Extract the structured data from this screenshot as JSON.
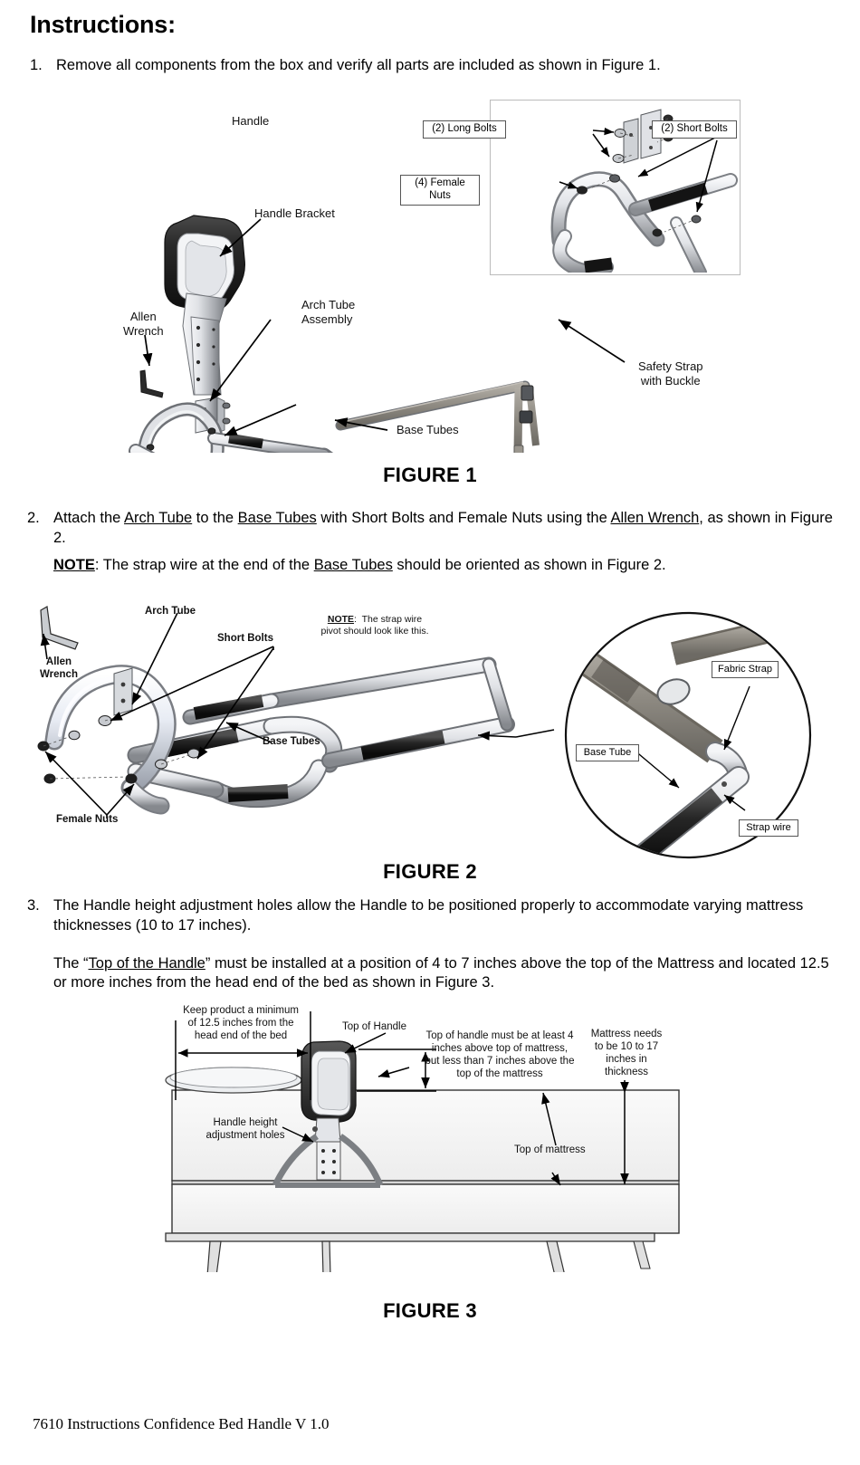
{
  "page": {
    "title": "Instructions:",
    "footer": "7610 Instructions Confidence Bed Handle V 1.0"
  },
  "steps": [
    {
      "number": "1.",
      "text": "Remove all components from the box and verify all parts are included as shown in Figure 1."
    },
    {
      "number": "2.",
      "part_a": "Attach the ",
      "link_arch": "Arch Tube",
      "part_b": " to the ",
      "link_base": "Base Tubes",
      "part_c": " with Short Bolts and Female Nuts using the ",
      "link_allen": "Allen Wrench",
      "part_d": ", as shown in Figure 2.",
      "note_label": "NOTE",
      "note_a": ": The strap wire at the end of the ",
      "note_link": "Base Tubes",
      "note_b": " should be oriented as shown in Figure 2."
    },
    {
      "number": "3.",
      "text": "The Handle height adjustment holes allow the Handle to be positioned properly to accommodate varying mattress thicknesses (10 to 17 inches).",
      "para_a": "The “",
      "link_top": "Top of the Handle",
      "para_b": "” must be installed at a position of 4 to 7 inches above the top of the Mattress and located 12.5 or more inches from the head end of the bed as shown in Figure 3."
    }
  ],
  "figure1": {
    "caption": "FIGURE 1",
    "labels": {
      "handle": "Handle",
      "handle_bracket": "Handle Bracket",
      "allen_wrench": "Allen\nWrench",
      "arch_tube_assembly": "Arch Tube\nAssembly",
      "base_tubes": "Base Tubes",
      "safety_strap": "Safety Strap\nwith Buckle"
    },
    "inset": {
      "long_bolts": "(2) Long Bolts",
      "short_bolts": "(2) Short Bolts",
      "female_nuts": "(4) Female\nNuts"
    }
  },
  "figure2": {
    "caption": "FIGURE 2",
    "labels": {
      "arch_tube": "Arch Tube",
      "short_bolts": "Short Bolts",
      "allen_wrench": "Allen\nWrench",
      "female_nuts": "Female Nuts",
      "base_tubes": "Base Tubes"
    },
    "note": {
      "label": "NOTE",
      "text": ":  The strap wire\npivot should look like this."
    },
    "detail": {
      "fabric_strap": "Fabric Strap",
      "base_tube": "Base Tube",
      "strap_wire": "Strap wire"
    }
  },
  "figure3": {
    "caption": "FIGURE 3",
    "labels": {
      "min_distance": "Keep product a minimum\nof 12.5 inches from the\nhead end of the bed",
      "top_of_handle": "Top of Handle",
      "handle_height_holes": "Handle height\nadjustment holes",
      "handle_clearance": "Top of handle must be at least 4\ninches above top of mattress,\nbut less than 7 inches above the\ntop of the mattress",
      "mattress_thickness": "Mattress needs\nto be 10 to 17\ninches in\nthickness",
      "top_of_mattress": "Top of mattress"
    }
  },
  "colors": {
    "ink": "#000000",
    "metal_light": "#d8dade",
    "metal_mid": "#a9acb1",
    "metal_dark": "#74787d",
    "grip_black": "#1a1a1a",
    "strap_gray": "#8e8a82",
    "box_border": "#555555"
  }
}
